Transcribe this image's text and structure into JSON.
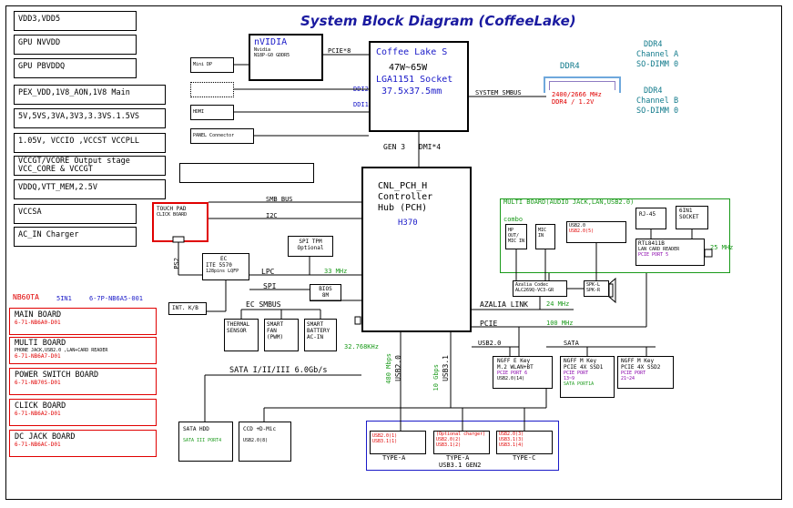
{
  "title": "System Block Diagram (CoffeeLake)",
  "power_rails": [
    "VDD3,VDD5",
    "GPU NVVDD",
    "GPU PBVDDQ",
    "PEX_VDD,1V8_AON,1V8 Main",
    "5V,5VS,3VA,3V3,3.3VS.1.5VS",
    "1.05V, VCCIO ,VCCST VCCPLL",
    "VCCGT/VCORE Output stage",
    "VCC_CORE & VCCGT",
    "VDDQ,VTT_MEM,2.5V",
    "VCCSA",
    "AC_IN Charger"
  ],
  "gpu": {
    "name": "nVIDIA",
    "l1": "Nvidia",
    "l2": "N18P-G0 GDDR5"
  },
  "gpu_links": [
    "Mini DP",
    "",
    "HDMI",
    "PANEL Connector"
  ],
  "gpu_link_labels": [
    "DDI2",
    "DDI1"
  ],
  "cpu": {
    "name": "Coffee Lake S",
    "power": "47W~65W",
    "socket": "LGA1151 Socket",
    "size": "37.5x37.5mm"
  },
  "pcie_x8": "PCIE*8",
  "system_smbus": "SYSTEM SMBUS",
  "ddr4_center": {
    "label": "DDR4",
    "speed": "2400/2666 MHz",
    "volt": "DDR4 / 1.2V"
  },
  "ddr4_a": {
    "l1": "DDR4",
    "l2": "Channel A",
    "l3": "SO-DIMM 0"
  },
  "ddr4_b": {
    "l1": "DDR4",
    "l2": "Channel B",
    "l3": "SO-DIMM 0"
  },
  "gen3": "GEN 3",
  "dmi": "DMI*4",
  "pch": {
    "l1": "CNL_PCH_H",
    "l2": "Controller",
    "l3": "Hub (PCH)",
    "l4": "H370"
  },
  "smb_bus": "SMB BUS",
  "i2c": "I2C",
  "touchpad": {
    "l1": "TOUCH PAD",
    "l2": "CLICK BOARD"
  },
  "ps2": "PS2",
  "spi_tpm": {
    "l1": "SPI TPM",
    "l2": "Optional"
  },
  "ec": {
    "l1": "EC",
    "l2": "ITE 5570",
    "l3": "128pins LQFP"
  },
  "lpc": "LPC",
  "lpc_freq": "33 MHz",
  "spi": "SPI",
  "bios": {
    "l1": "BIOS",
    "l2": "8M"
  },
  "ec_smbus": "EC SMBUS",
  "int_kb": "INT. K/B",
  "thermal": {
    "l1": "THERMAL",
    "l2": "SENSOR"
  },
  "fan": {
    "l1": "SMART",
    "l2": "FAN",
    "l3": "(PWM)"
  },
  "battery": {
    "l1": "SMART",
    "l2": "BATTERY",
    "l3": "AC-IN"
  },
  "ec_freq": "32.768KHz",
  "multi_board": "MULTI BOARD(AUDIO JACK,LAN,USB2.0)",
  "combo": {
    "label": "combo",
    "hp_l1": "HP",
    "hp_l2": "OUT/",
    "hp_l3": "MIC IN",
    "mic_l1": "MIC",
    "mic_l2": "IN"
  },
  "usb20_mb": {
    "l1": "USB2.0",
    "l2": "USB2.0(5)"
  },
  "rj45": "RJ-45",
  "socket_6in1": {
    "l1": "6IN1",
    "l2": "SOCKET"
  },
  "lan": {
    "l1": "RTL8411B",
    "l2": "LAN CARD READER",
    "l3": "PCIE PORT 5"
  },
  "lan_freq": "25 MHz",
  "azalia_codec": {
    "l1": "Azalia Codec",
    "l2": "ALC269Q-VC3-GR"
  },
  "spk": {
    "l1": "SPK-L",
    "l2": "SPK-R"
  },
  "azalia_link": "AZALIA LINK",
  "azalia_freq": "24 MHz",
  "pcie": "PCIE",
  "pcie_freq": "100 MHz",
  "usb20_label": "USB2.0",
  "sata_label": "SATA",
  "ngff_e": {
    "l1": "NGFF E Key",
    "l2": "M.2 WLAN+BT",
    "l3": "PCIE PORT 6",
    "l4": "USB2.0(14)"
  },
  "ngff_m1": {
    "l1": "NGFF M Key",
    "l2": "PCIE 4X SSD1",
    "l3": "PCIE PORT",
    "l4": "13~9",
    "l5": "SATA PORT1A"
  },
  "ngff_m2": {
    "l1": "NGFF M Key",
    "l2": "PCIE 4X SSD2",
    "l3": "PCIE PORT",
    "l4": "21~24"
  },
  "sata_bus": "SATA I/II/III 6.0Gb/s",
  "usb20_v": "USB2.0",
  "usb20_v_freq": "480 Mbps",
  "usb31_v": "USB3.1",
  "usb31_v_freq": "10 Gbps",
  "sata_hdd": {
    "l1": "SATA HDD",
    "l2": "SATA III PORT4"
  },
  "ccd": {
    "l1": "CCD +D-Mic",
    "l2": "USB2.0(8)"
  },
  "usb_group": "USB3.1 GEN2",
  "usb_ports": [
    {
      "l1": "USB2.0(1)",
      "l2": "USB3.1(1)",
      "type": "TYPE-A"
    },
    {
      "l1": "(Optional charger)",
      "l2": "USB2.0(2)",
      "l3": "USB3.1(2)",
      "type": "TYPE-A"
    },
    {
      "l1": "USB2.0(3)",
      "l2": "USB3.1(3)",
      "l3": "USB3.1(4)",
      "type": "TYPE-C"
    }
  ],
  "boards": [
    {
      "n": "NB60TA",
      "m": "5IN1",
      "r": "6-7P-NB6A5-001"
    },
    {
      "n": "MAIN BOARD",
      "p": "6-71-NB6A0-D01"
    },
    {
      "n": "MULTI BOARD",
      "s": "PHONE JACK,USB2.0 ,LAN+CARD READER",
      "p": "6-71-NB6A7-D01"
    },
    {
      "n": "POWER SWITCH BOARD",
      "p": "6-71-NB70S-D01"
    },
    {
      "n": "CLICK BOARD",
      "p": "6-71-NB6A2-D01"
    },
    {
      "n": "DC JACK BOARD",
      "p": "6-71-NB6AC-D01"
    }
  ]
}
